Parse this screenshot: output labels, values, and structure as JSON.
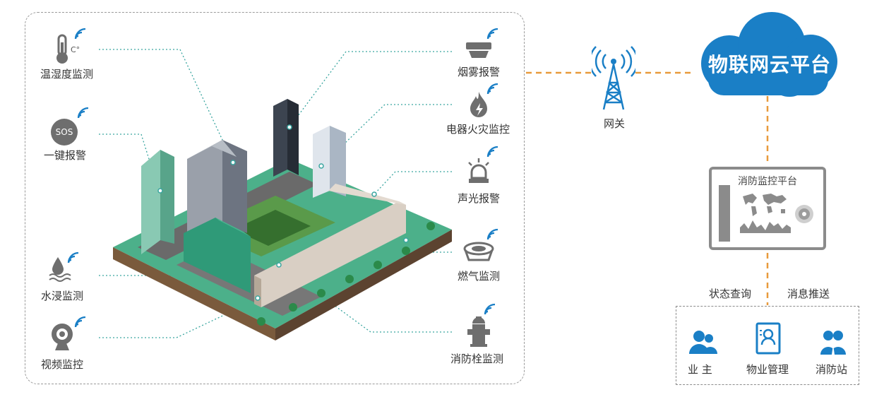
{
  "sensors_left": [
    {
      "label": "温湿度监测",
      "icon": "thermometer-icon"
    },
    {
      "label": "一键报警",
      "icon": "sos-icon"
    },
    {
      "label": "水浸监测",
      "icon": "water-drop-icon"
    },
    {
      "label": "视频监控",
      "icon": "camera-icon"
    }
  ],
  "sensors_right": [
    {
      "label": "烟雾报警",
      "icon": "smoke-detector-icon"
    },
    {
      "label": "电器火灾监控",
      "icon": "fire-icon"
    },
    {
      "label": "声光报警",
      "icon": "alarm-light-icon"
    },
    {
      "label": "燃气监测",
      "icon": "gas-detector-icon"
    },
    {
      "label": "消防栓监测",
      "icon": "hydrant-icon"
    }
  ],
  "thermo_unit": "C°",
  "sos_text": "SOS",
  "gateway": {
    "label": "网关",
    "icon": "antenna-icon"
  },
  "cloud": {
    "label": "物联网云平台",
    "icon": "cloud-icon"
  },
  "monitor": {
    "title": "消防监控平台"
  },
  "links": {
    "query": "状态查询",
    "push": "消息推送"
  },
  "users": [
    {
      "label": "业 主",
      "icon": "owner-icon"
    },
    {
      "label": "物业管理",
      "icon": "id-card-icon"
    },
    {
      "label": "消防站",
      "icon": "firefighter-icon"
    }
  ],
  "colors": {
    "accent": "#1a7fc6",
    "orange": "#e89a3c",
    "green": "#4caf8a",
    "icon_gray": "#6e6e6e"
  }
}
